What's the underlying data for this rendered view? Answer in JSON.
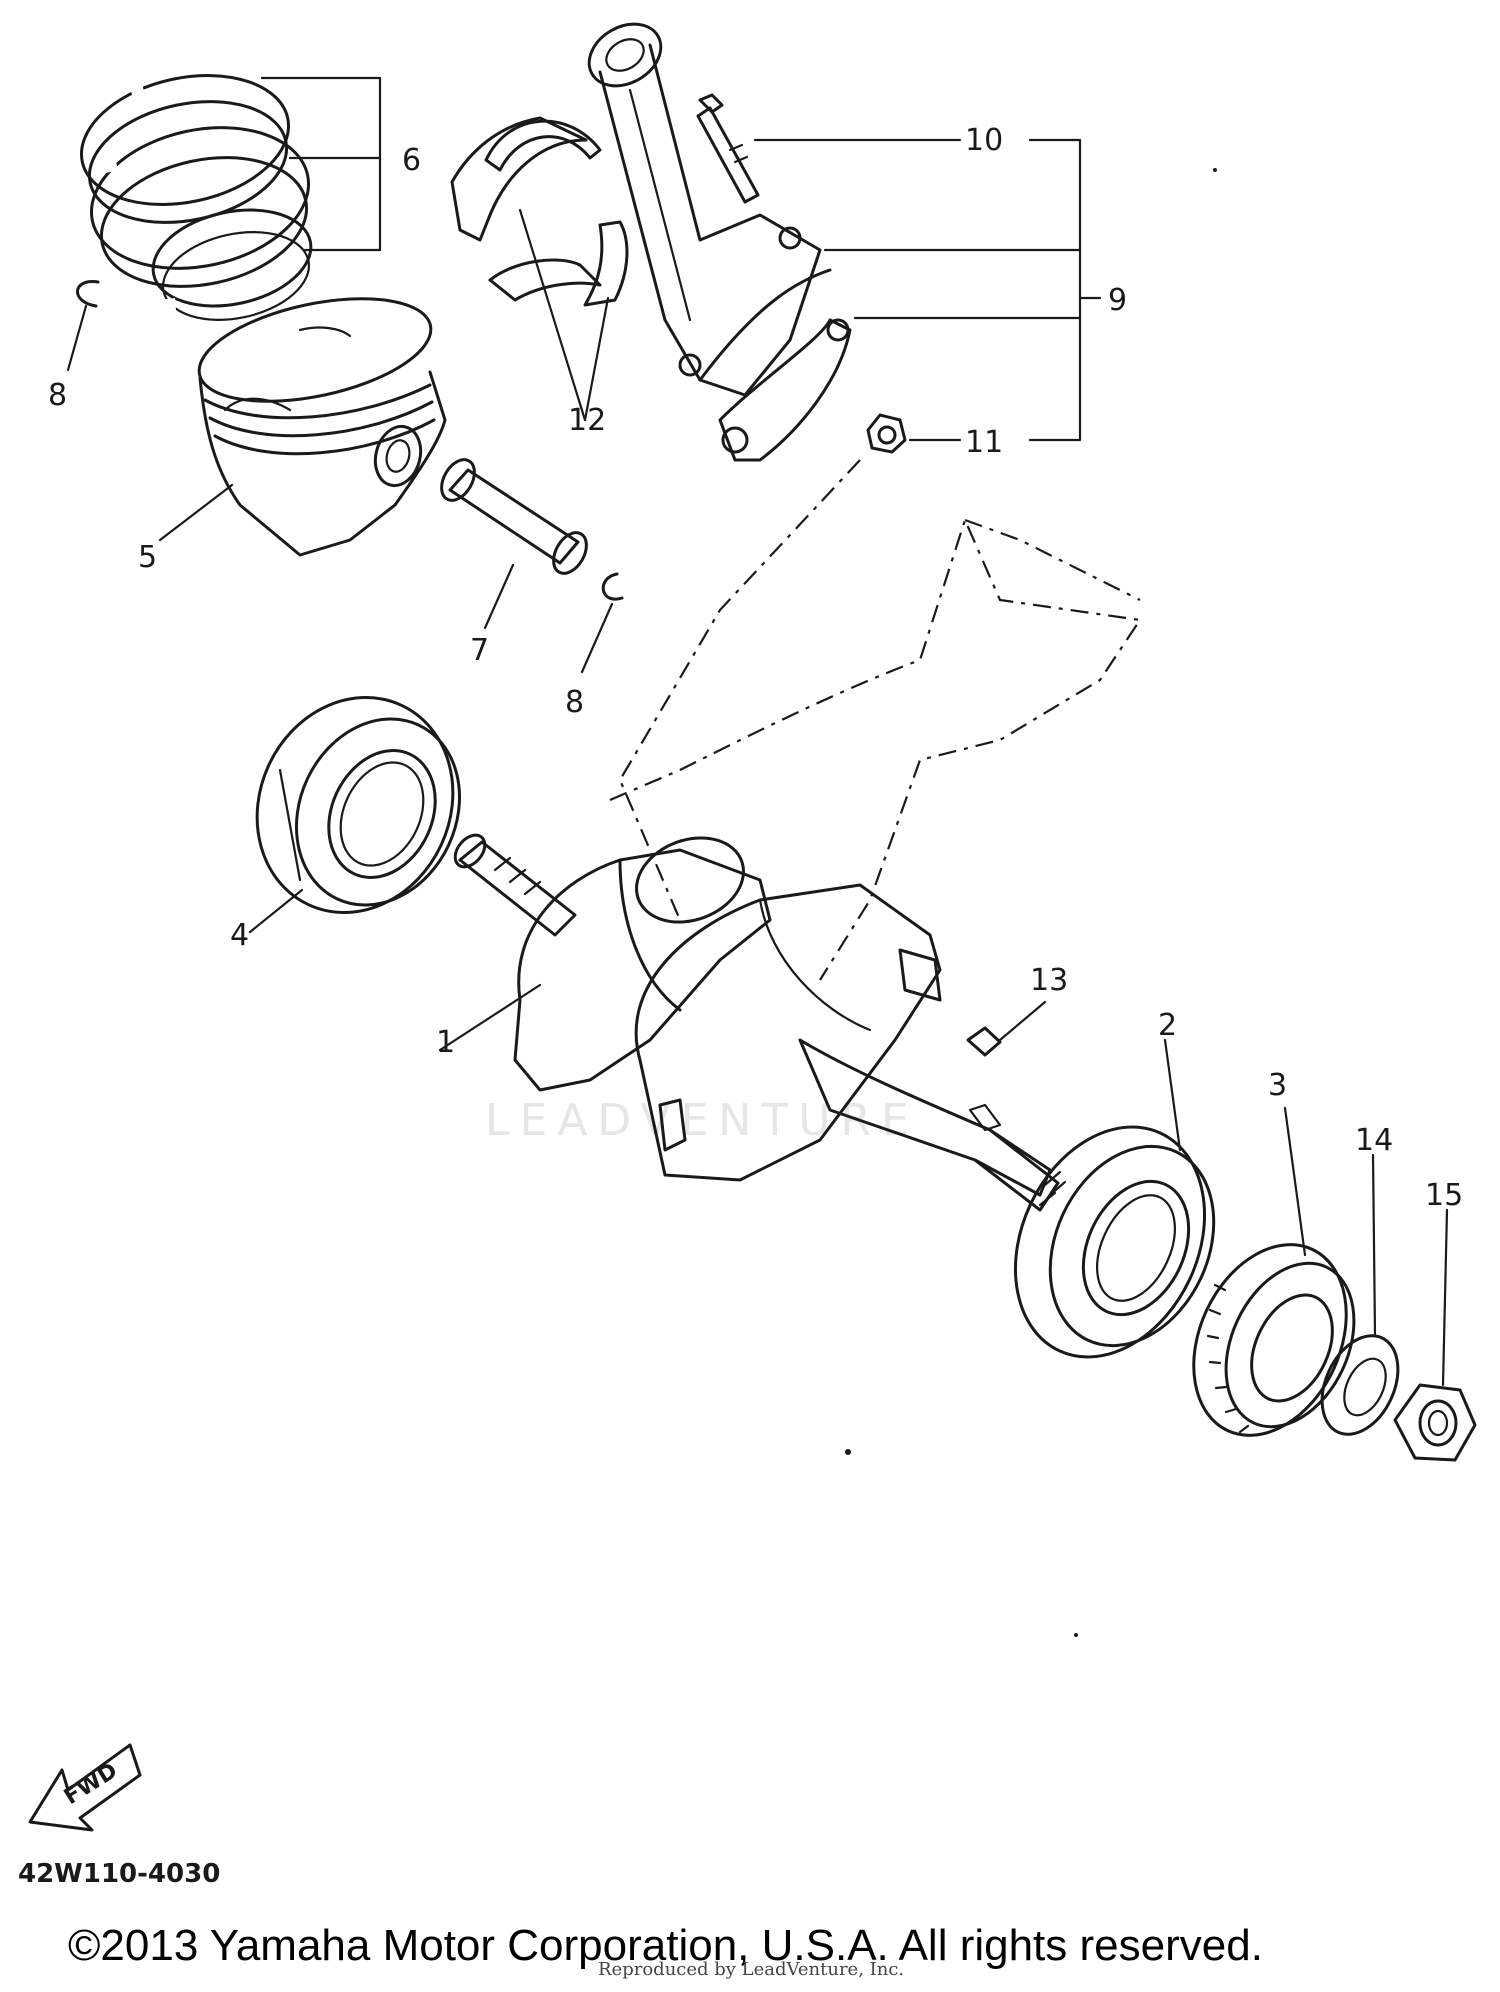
{
  "diagram": {
    "callouts": [
      "1",
      "2",
      "3",
      "4",
      "5",
      "6",
      "7",
      "8",
      "8",
      "9",
      "10",
      "11",
      "12",
      "13",
      "14",
      "15"
    ],
    "fwd_label": "FWD",
    "part_code": "42W110-4030",
    "watermark": "LEADVENTURE",
    "reproduced_note": "Reproduced by LeadVenture, Inc.",
    "copyright": "©2013 Yamaha Motor Corporation, U.S.A. All rights reserved."
  },
  "colors": {
    "ink": "#1a1a1a",
    "background": "#ffffff"
  }
}
